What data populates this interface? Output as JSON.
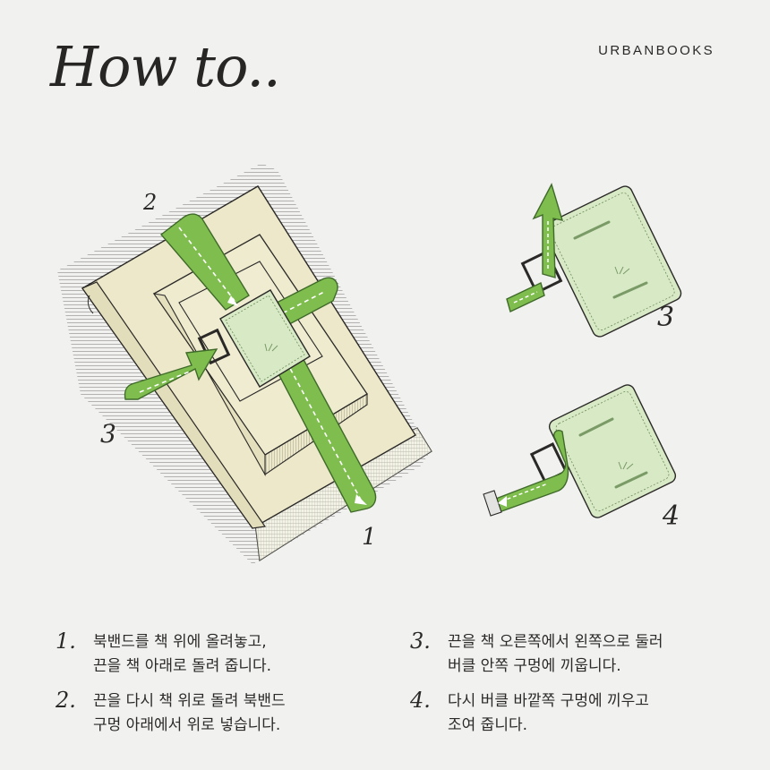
{
  "header": {
    "title": "How to..",
    "brand": "URBANBOOKS"
  },
  "diagram": {
    "main_labels": {
      "one": "1",
      "two": "2",
      "three": "3"
    },
    "small_labels": {
      "three": "3",
      "four": "4"
    }
  },
  "colors": {
    "band": "#7fbe4e",
    "band_edge": "#3f6a2a",
    "buckle": "#d8e9c6",
    "book": "#ece8c9",
    "book_edge": "#f4f2de",
    "ink": "#2a2927"
  },
  "steps": [
    {
      "num": "1.",
      "text": "북밴드를 책 위에 올려놓고,\n끈을 책 아래로 돌려 줍니다."
    },
    {
      "num": "2.",
      "text": "끈을 다시 책 위로 돌려 북밴드\n구멍 아래에서 위로 넣습니다."
    },
    {
      "num": "3.",
      "text": "끈을 책 오른쪽에서 왼쪽으로 둘러\n버클 안쪽 구멍에 끼웁니다."
    },
    {
      "num": "4.",
      "text": "다시 버클 바깥쪽 구멍에 끼우고\n조여 줍니다."
    }
  ]
}
